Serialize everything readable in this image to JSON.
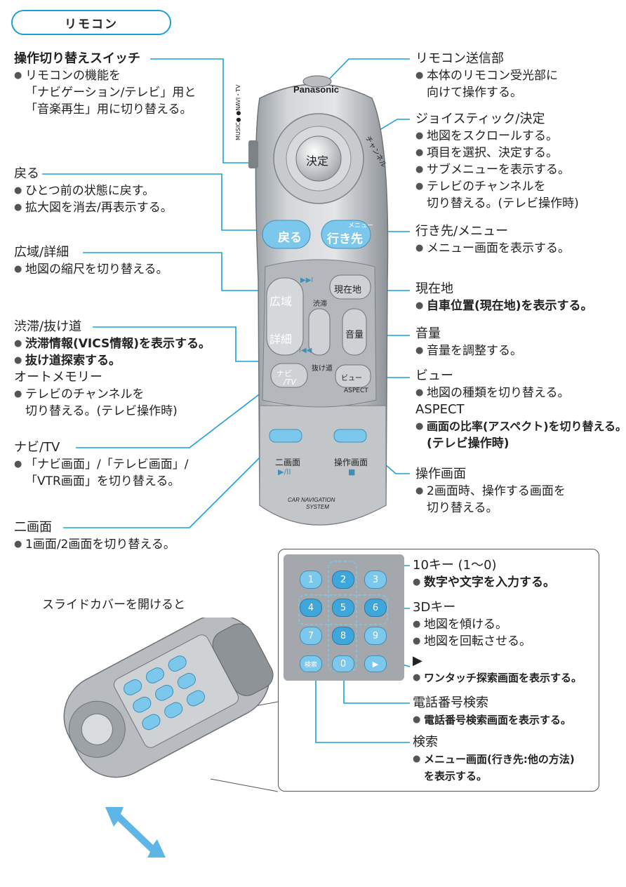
{
  "page": {
    "title": "リモコン",
    "slide_caption": "スライドカバーを開けると"
  },
  "left": [
    {
      "id": "mode-switch",
      "heading": "操作切り替えスイッチ",
      "bullets": [
        "リモコンの機能を"
      ],
      "continuation": [
        "「ナビゲーション/テレビ」用と",
        "「音楽再生」用に切り替える。"
      ]
    },
    {
      "id": "back",
      "heading": "戻る",
      "bullets": [
        "ひとつ前の状態に戻す。",
        "拡大図を消去/再表示する。"
      ]
    },
    {
      "id": "wide-detail",
      "heading": "広域/詳細",
      "bullets": [
        "地図の縮尺を切り替える。"
      ]
    },
    {
      "id": "traffic",
      "heading": "渋滞/抜け道",
      "bullets": [
        "渋滞情報(VICS情報)を表示する。",
        "抜け道探索する。"
      ]
    },
    {
      "id": "auto-memory",
      "heading": "オートメモリー",
      "bullets": [
        "テレビのチャンネルを"
      ],
      "continuation": [
        "切り替える。(テレビ操作時)"
      ]
    },
    {
      "id": "navi-tv",
      "heading": "ナビ/TV",
      "bullets": [
        "「ナビ画面」/「テレビ画面」/"
      ],
      "continuation": [
        "「VTR画面」を切り替える。"
      ]
    },
    {
      "id": "dual-screen",
      "heading": "二画面",
      "bullets": [
        "1画面/2画面を切り替える。"
      ]
    }
  ],
  "right": [
    {
      "id": "transmitter",
      "heading": "リモコン送信部",
      "bullets": [
        "本体のリモコン受光部に"
      ],
      "continuation": [
        "向けて操作する。"
      ]
    },
    {
      "id": "joystick",
      "heading": "ジョイスティック/決定",
      "bullets": [
        "地図をスクロールする。",
        "項目を選択、決定する。",
        "サブメニューを表示する。",
        "テレビのチャンネルを"
      ],
      "continuation": [
        "切り替える。(テレビ操作時)"
      ]
    },
    {
      "id": "destination",
      "heading": "行き先/メニュー",
      "bullets": [
        "メニュー画面を表示する。"
      ]
    },
    {
      "id": "current",
      "heading": "現在地",
      "bullets": [
        "自車位置(現在地)を表示する。"
      ]
    },
    {
      "id": "volume",
      "heading": "音量",
      "bullets": [
        "音量を調整する。"
      ]
    },
    {
      "id": "view",
      "heading": "ビュー",
      "bullets": [
        "地図の種類を切り替える。"
      ]
    },
    {
      "id": "aspect",
      "heading": "ASPECT",
      "bullets": [
        "画面の比率(アスペクト)を切り替える。"
      ],
      "continuation": [
        "(テレビ操作時)"
      ]
    },
    {
      "id": "operation-screen",
      "heading": "操作画面",
      "bullets": [
        "2画面時、操作する画面を"
      ],
      "continuation": [
        "切り替える。"
      ]
    }
  ],
  "keypad_notes": [
    {
      "id": "ten-key",
      "heading": "10キー (1〜0)",
      "bullets": [
        "数字や文字を入力する。"
      ]
    },
    {
      "id": "3d-key",
      "heading": "3Dキー",
      "bullets": [
        "地図を傾ける。",
        "地図を回転させる。"
      ]
    },
    {
      "id": "play",
      "heading": "▶",
      "bullets": [
        "ワンタッチ探索画面を表示する。"
      ]
    },
    {
      "id": "phone-search",
      "heading": "電話番号検索",
      "bullets": [
        "電話番号検索画面を表示する。"
      ]
    },
    {
      "id": "search",
      "heading": "検索",
      "bullets": [
        "メニュー画面(行き先:他の方法)"
      ],
      "continuation": [
        "を表示する。"
      ]
    }
  ],
  "remote": {
    "brand": "Panasonic",
    "enter": "決定",
    "channel": "チャンネル",
    "switch_label": "MUSIC● ●NAVI・TV",
    "back": "戻る",
    "destination_small": "メニュー",
    "destination": "行き先",
    "current": "現在地",
    "wide": "広域",
    "detail": "詳細",
    "traffic": "渋滞",
    "bypass": "抜け道",
    "volume": "音量",
    "navi_tv_1": "ナビ",
    "navi_tv_2": "/TV",
    "view": "ビュー",
    "aspect": "ASPECT",
    "dual": "二画面",
    "op_screen": "操作画面",
    "dual_sub": "▶/II",
    "op_sub": "■",
    "system_1": "CAR NAVIGATION",
    "system_2": "SYSTEM",
    "skip_fwd": "▶▶I",
    "skip_back": "I◀◀"
  },
  "keypad": {
    "keys": [
      "1",
      "2",
      "3",
      "4",
      "5",
      "6",
      "7",
      "8",
      "9",
      "検索",
      "0",
      "▶"
    ]
  },
  "colors": {
    "accent": "#1aa0d8",
    "key_blue": "#7cc8ec",
    "remote_body": "#c9cccf",
    "remote_dark": "#8e9398"
  }
}
